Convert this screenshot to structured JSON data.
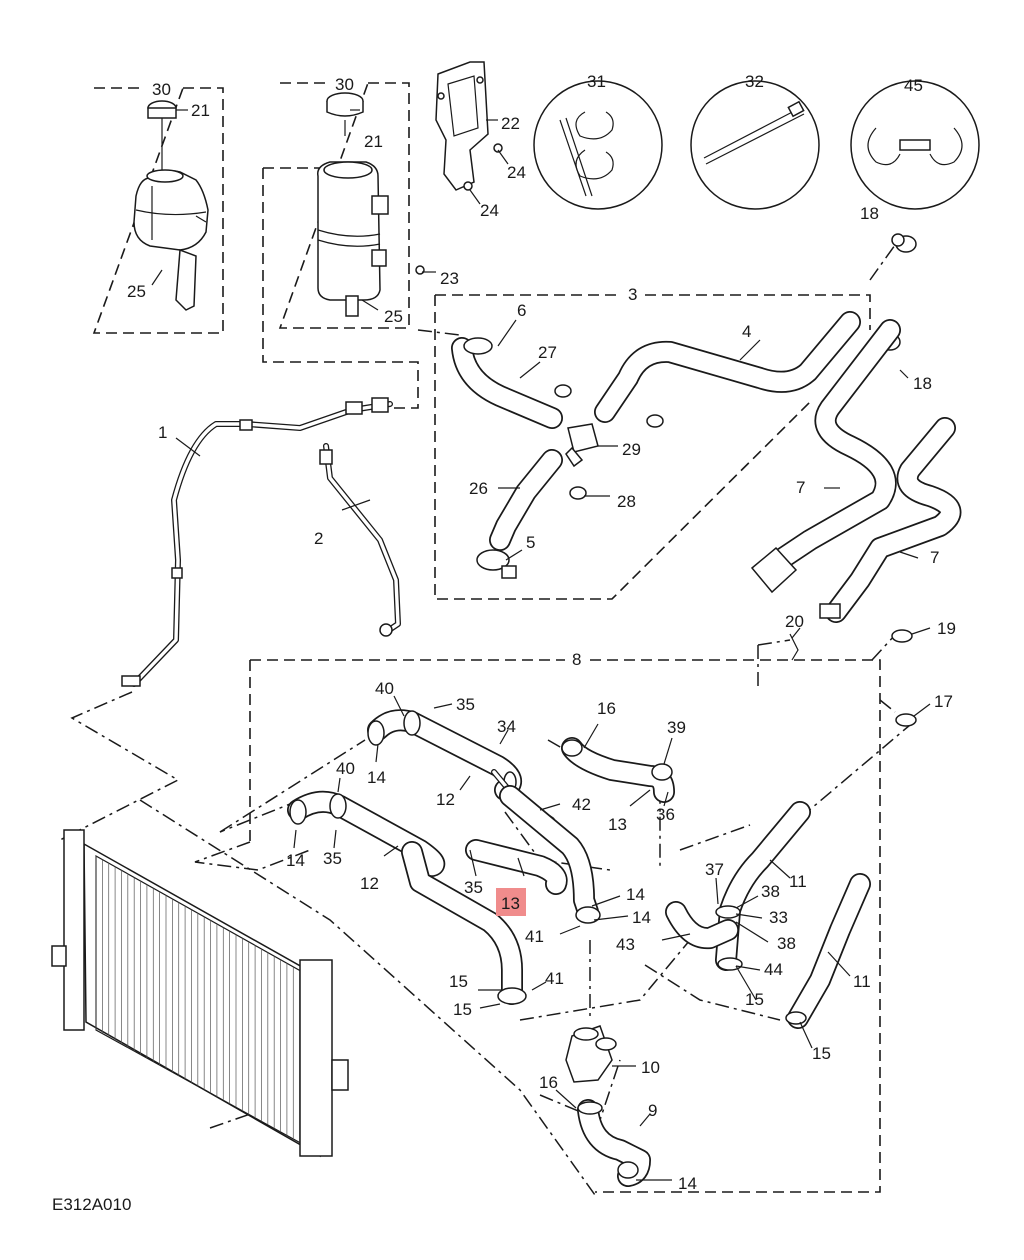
{
  "diagram_code": "E312A010",
  "highlighted_callout": "13",
  "callouts": {
    "c30a": "30",
    "c21a": "21",
    "c25a": "25",
    "c30b": "30",
    "c21b": "21",
    "c25b": "25",
    "c22": "22",
    "c24a": "24",
    "c24b": "24",
    "c23": "23",
    "c31": "31",
    "c32": "32",
    "c45": "45",
    "c18a": "18",
    "c18b": "18",
    "c3": "3",
    "c4": "4",
    "c6": "6",
    "c27": "27",
    "c29": "29",
    "c26": "26",
    "c28": "28",
    "c5": "5",
    "c7a": "7",
    "c7b": "7",
    "c1": "1",
    "c2": "2",
    "c20": "20",
    "c19": "19",
    "c17": "17",
    "c8": "8",
    "c40a": "40",
    "c35a": "35",
    "c34": "34",
    "c14a": "14",
    "c12a": "12",
    "c16a": "16",
    "c39": "39",
    "c42": "42",
    "c13a": "13",
    "c36": "36",
    "c40b": "40",
    "c14b": "14",
    "c35b": "35",
    "c12b": "12",
    "c35c": "35",
    "c13b": "13",
    "c14c": "14",
    "c14d": "14",
    "c41a": "41",
    "c37": "37",
    "c38a": "38",
    "c33": "33",
    "c38b": "38",
    "c43": "43",
    "c44": "44",
    "c11a": "11",
    "c11b": "11",
    "c15a": "15",
    "c15b": "15",
    "c41b": "41",
    "c15c": "15",
    "c15d": "15",
    "c10": "10",
    "c16b": "16",
    "c9": "9",
    "c14e": "14"
  }
}
